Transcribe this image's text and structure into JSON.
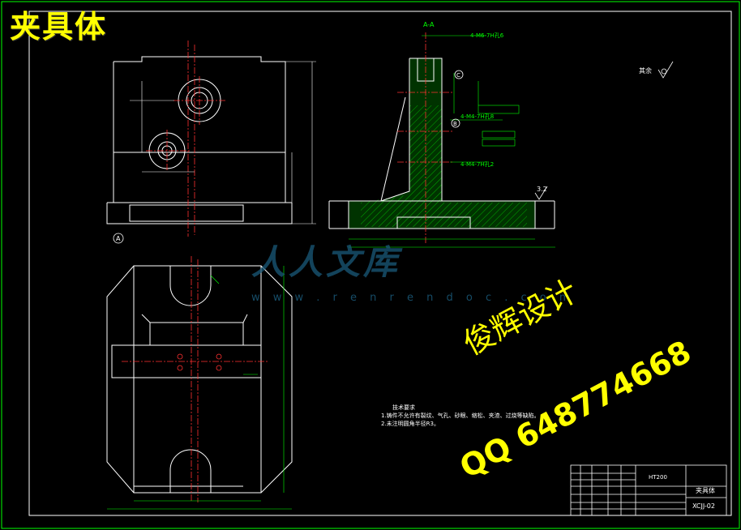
{
  "title": "夹具体",
  "watermark": {
    "text": "人人文库",
    "url": "w w w . r e n r e n d o c . c o m"
  },
  "designer": "俊辉设计",
  "qq": "QQ 648774668",
  "section_label": "A-A",
  "callouts": {
    "top_hole": "4-M6-7H孔6",
    "mid_hole": "4-M4-7H孔8",
    "low_hole": "4-M4-7H孔2",
    "roughness_main": "3.2",
    "roughness_other": "其余",
    "datum_a": "A",
    "datum_b": "B",
    "datum_c": "C"
  },
  "tech_notes": {
    "heading": "技术要求",
    "line1": "1.铸件不允许有裂纹、气孔、砂眼、缩松、夹渣、过烧等缺陷。",
    "line2": "2.未注明圆角半径R3。"
  },
  "title_block": {
    "material": "HT200",
    "part_name": "夹具体",
    "drawing_no": "XCJJ-02"
  },
  "colors": {
    "line": "#ffffff",
    "center": "#ff3030",
    "dim": "#00ff00",
    "hatch": "#00cc00",
    "yellow": "#ffff00",
    "watermark": "#1a5a7a"
  }
}
